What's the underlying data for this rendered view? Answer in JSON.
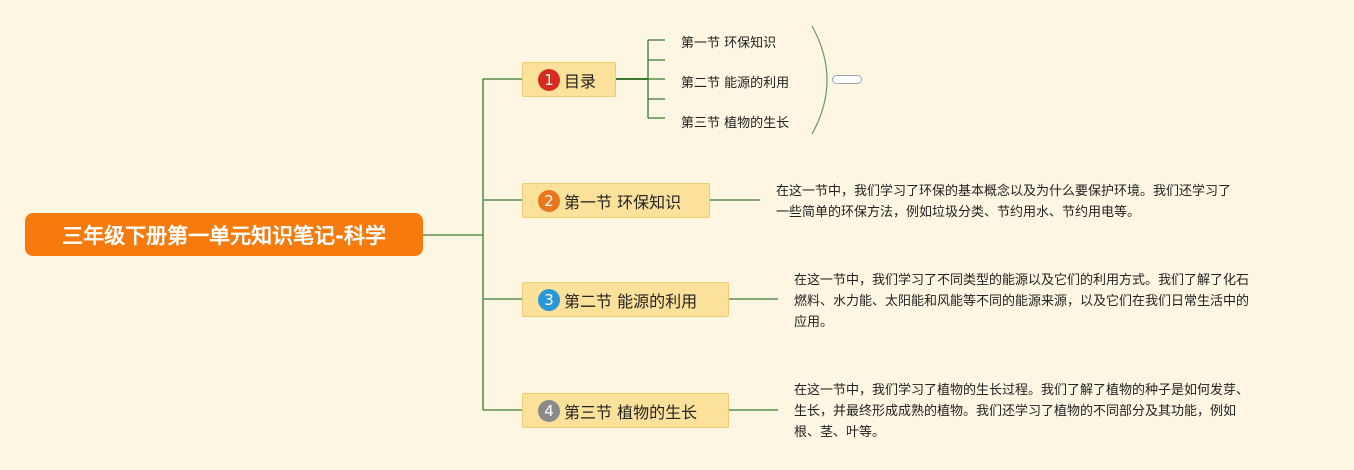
{
  "root": {
    "title": "三年级下册第一单元知识笔记-科学"
  },
  "branches": [
    {
      "number": "1",
      "label": "目录",
      "badge_color": "#d62b1e"
    },
    {
      "number": "2",
      "label": "第一节 环保知识",
      "badge_color": "#e8761d"
    },
    {
      "number": "3",
      "label": "第二节 能源的利用",
      "badge_color": "#2b97d9"
    },
    {
      "number": "4",
      "label": "第三节 植物的生长",
      "badge_color": "#8a8a8a"
    }
  ],
  "toc_items": [
    {
      "label": "第一节 环保知识"
    },
    {
      "label": "第二节 能源的利用"
    },
    {
      "label": "第三节 植物的生长"
    }
  ],
  "descriptions": [
    {
      "lines": [
        "在这一节中，我们学习了环保的基本概念以及为什么要保护环境。我们还学习了",
        "一些简单的环保方法，例如垃圾分类、节约用水、节约用电等。"
      ]
    },
    {
      "lines": [
        "在这一节中，我们学习了不同类型的能源以及它们的利用方式。我们了解了化石",
        "燃料、水力能、太阳能和风能等不同的能源来源，以及它们在我们日常生活中的",
        "应用。"
      ]
    },
    {
      "lines": [
        "在这一节中，我们学习了植物的生长过程。我们了解了植物的种子是如何发芽、",
        "生长，并最终形成成熟的植物。我们还学习了植物的不同部分及其功能，例如",
        "根、茎、叶等。"
      ]
    }
  ],
  "colors": {
    "background": "#fdf6e3",
    "root": "#f77a0c",
    "branch_fill": "#fbe199",
    "connector": "#2e7d32"
  }
}
